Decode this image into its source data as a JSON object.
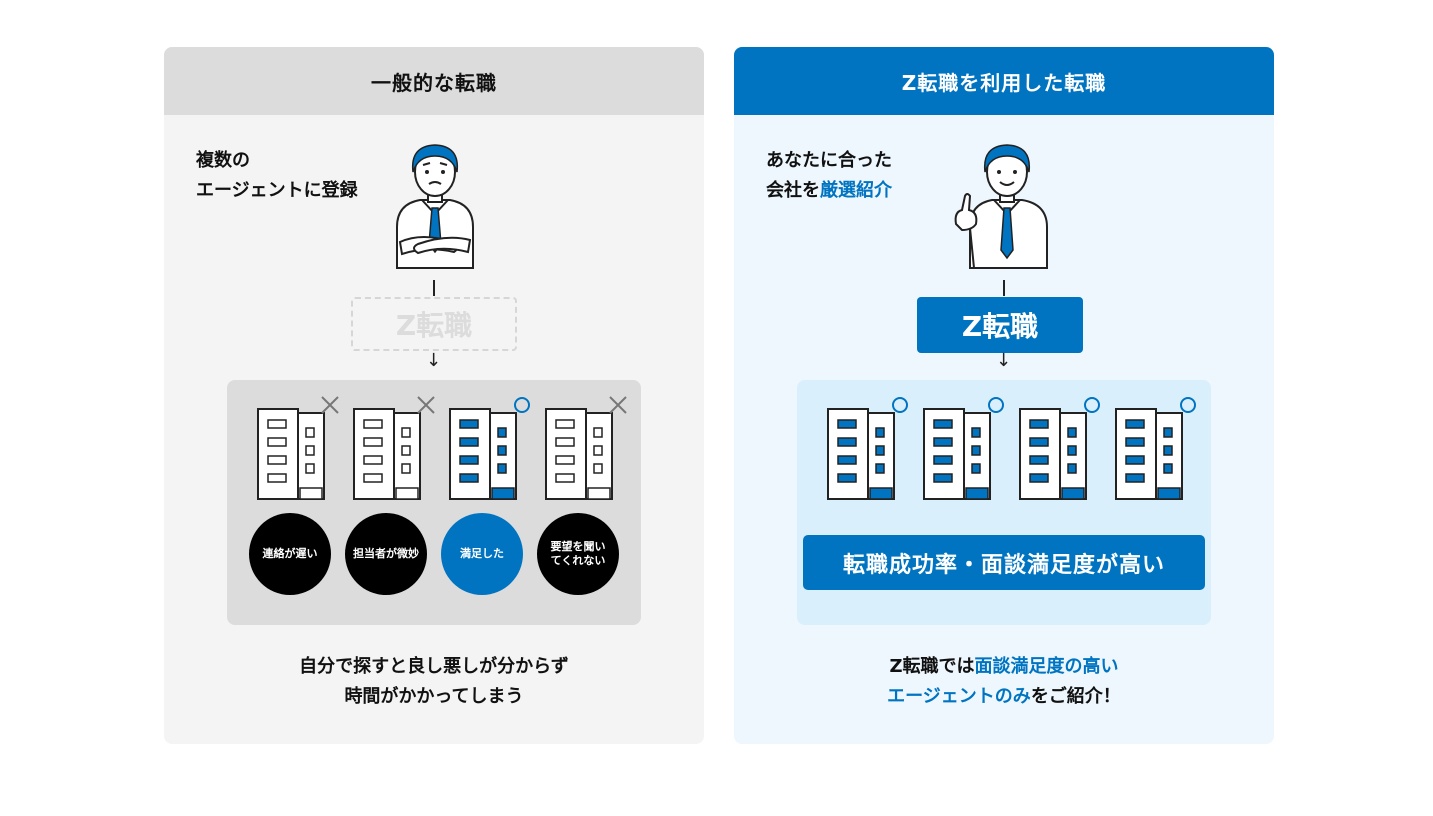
{
  "left": {
    "header": "一般的な転職",
    "caption_line1": "複数の",
    "caption_line2": "エージェントに登録",
    "zbox": "Z転職",
    "agents": [
      {
        "mark": "cross",
        "label": "連絡が遅い"
      },
      {
        "mark": "cross",
        "label": "担当者が微妙"
      },
      {
        "mark": "circle",
        "label": "満足した"
      },
      {
        "mark": "cross",
        "label": "要望を聞いてくれない"
      }
    ],
    "bottom_line1": "自分で探すと良し悪しが分からず",
    "bottom_line2": "時間がかかってしまう"
  },
  "right": {
    "header": "Z転職を利用した転職",
    "caption_line1": "あなたに合った",
    "caption_line2_a": "会社を",
    "caption_line2_b": "厳選紹介",
    "zbox": "Z転職",
    "agents": [
      {
        "mark": "circle"
      },
      {
        "mark": "circle"
      },
      {
        "mark": "circle"
      },
      {
        "mark": "circle"
      }
    ],
    "banner": "転職成功率・面談満足度が高い",
    "bottom_line1_a": "Z転職では",
    "bottom_line1_b": "面談満足度の高い",
    "bottom_line2_a": "エージェントのみ",
    "bottom_line2_b": "をご紹介！"
  },
  "colors": {
    "brand_blue": "#0074c1",
    "left_header_bg": "#dcdcdc",
    "left_panel_bg": "#f4f4f4",
    "right_panel_bg": "#eef7fe",
    "right_inner_bg": "#d9effc"
  },
  "icons": {
    "person_left": "confused-man-crossed-arms-icon",
    "person_right": "man-pointing-finger-icon",
    "building": "office-building-icon",
    "mark_bad": "cross-icon",
    "mark_good": "circle-icon"
  }
}
